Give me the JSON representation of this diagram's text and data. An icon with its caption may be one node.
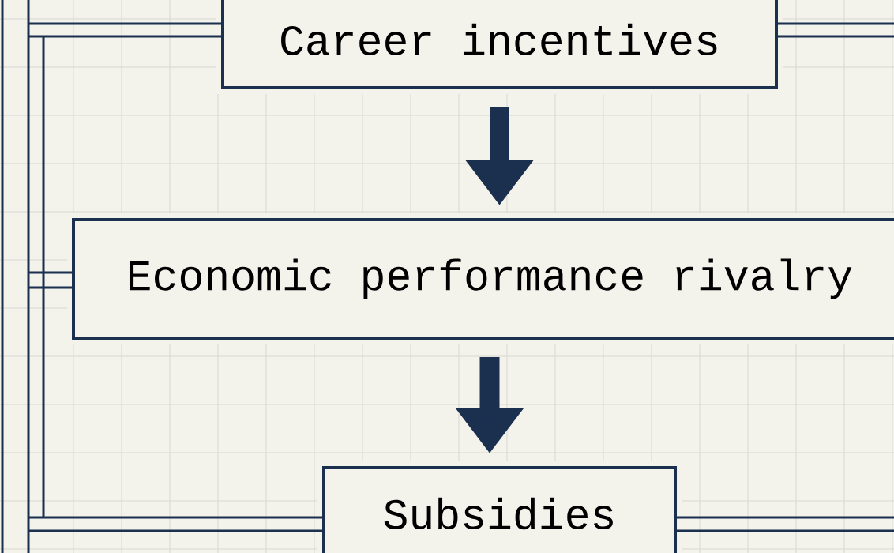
{
  "diagram": {
    "nodes": [
      {
        "text": [
          "Career incentives"
        ]
      },
      {
        "text": [
          "Economic performance rivalry"
        ]
      },
      {
        "text": [
          "Subsidies"
        ]
      }
    ],
    "edges": [
      {
        "from": 0,
        "to": 1,
        "arrow": "to"
      },
      {
        "from": 1,
        "to": 2,
        "arrow": "to"
      }
    ]
  }
}
